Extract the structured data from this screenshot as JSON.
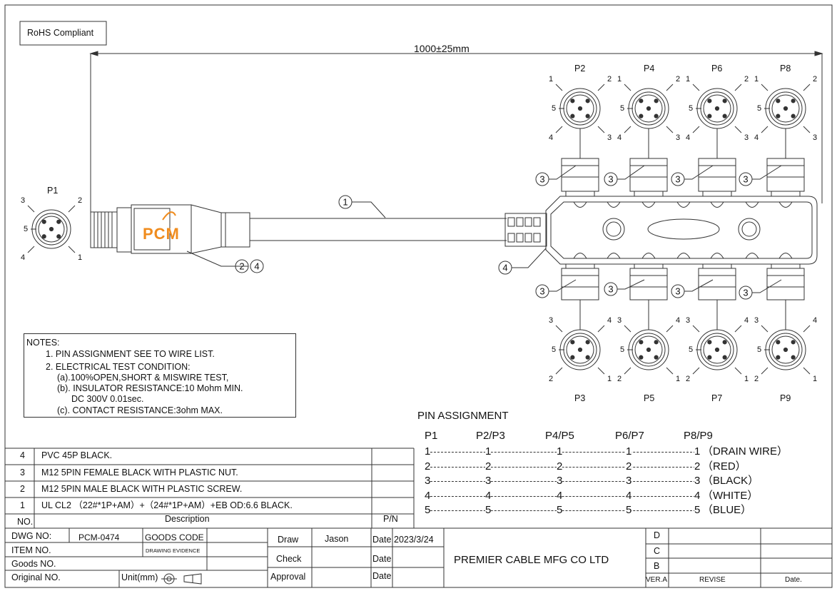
{
  "rohs": "RoHS Compliant",
  "dimension": "1000±25mm",
  "brand_logo": "PCM",
  "connectors": {
    "p1": "P1",
    "top": [
      "P2",
      "P4",
      "P6",
      "P8"
    ],
    "bottom": [
      "P3",
      "P5",
      "P7",
      "P9"
    ],
    "pin_numbers": [
      "1",
      "2",
      "3",
      "4",
      "5"
    ]
  },
  "callouts": {
    "cable": "1",
    "male": "2",
    "female": "3",
    "pvc": "4"
  },
  "notes": {
    "title": "NOTES:",
    "lines": [
      "1. PIN ASSIGNMENT SEE TO WIRE LIST.",
      "2. ELECTRICAL TEST CONDITION:",
      "(a).100%OPEN,SHORT & MISWIRE TEST,",
      "(b). INSULATOR RESISTANCE:10 Mohm MIN.",
      "DC 300V 0.01sec.",
      "(c). CONTACT RESISTANCE:3ohm MAX."
    ]
  },
  "pin_assignment": {
    "title": "PIN  ASSIGNMENT",
    "headers": [
      "P1",
      "P2/P3",
      "P4/P5",
      "P6/P7",
      "P8/P9"
    ],
    "rows": [
      {
        "pin": "1",
        "label": "（DRAIN WIRE）"
      },
      {
        "pin": "2",
        "label": "（RED）"
      },
      {
        "pin": "3",
        "label": "（BLACK）"
      },
      {
        "pin": "4",
        "label": "（WHITE）"
      },
      {
        "pin": "5",
        "label": "（BLUE）"
      }
    ]
  },
  "bom": {
    "rows": [
      {
        "no": "4",
        "desc": "PVC 45P BLACK."
      },
      {
        "no": "3",
        "desc": "M12 5PIN FEMALE  BLACK WITH PLASTIC NUT."
      },
      {
        "no": "2",
        "desc": "M12 5PIN MALE  BLACK WITH PLASTIC SCREW."
      },
      {
        "no": "1",
        "desc": "UL CL2 （22#*1P+AM）+（24#*1P+AM）+EB  OD:6.6  BLACK."
      }
    ],
    "header_no": "NO.",
    "header_desc": "Description",
    "header_pn": "P/N"
  },
  "title_block": {
    "dwg_no_label": "DWG NO:",
    "dwg_no": "PCM-0474",
    "goods_code_label": "GOODS CODE",
    "drawing_evidence": "DRAWING EVIDENCE",
    "item_no_label": "ITEM NO.",
    "goods_no_label": "Goods NO.",
    "original_no_label": "Original NO.",
    "unit_label": "Unit(mm)",
    "draw_label": "Draw",
    "draw_name": "Jason",
    "check_label": "Check",
    "approval_label": "Approval",
    "date_label": "Date",
    "date_value": "2023/3/24",
    "company": "PREMIER CABLE MFG CO LTD",
    "rev_d": "D",
    "rev_c": "C",
    "rev_b": "B",
    "ver_a": "VER.A",
    "revise": "REVISE",
    "date_col": "Date."
  },
  "colors": {
    "line": "#333333",
    "logo": "#f08c1e"
  }
}
